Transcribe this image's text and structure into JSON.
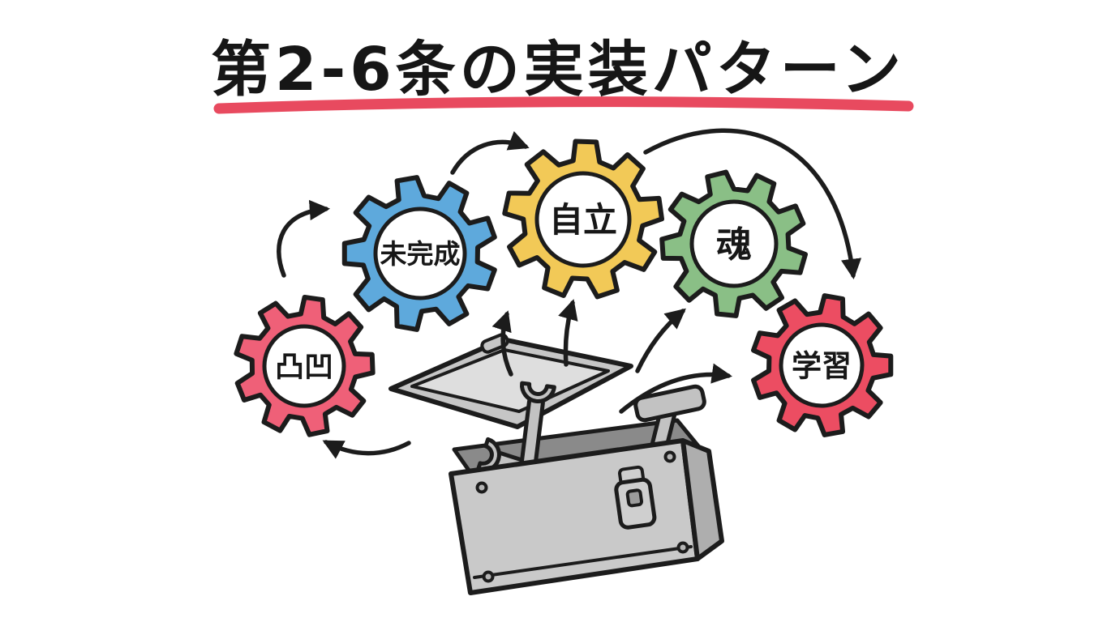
{
  "title": {
    "text": "第2-6条の実装パターン",
    "underline_color": "#e84a5f"
  },
  "canvas": {
    "background": "#ffffff",
    "outline_color": "#1c1c1c"
  },
  "gears": [
    {
      "id": "dekoboko",
      "label": "凸凹",
      "color": "#ef6078"
    },
    {
      "id": "mikansei",
      "label": "未完成",
      "color": "#5ea9dc"
    },
    {
      "id": "jiritsu",
      "label": "自立",
      "color": "#f2c957"
    },
    {
      "id": "tamashii",
      "label": "魂",
      "color": "#8abf86"
    },
    {
      "id": "gakushu",
      "label": "学習",
      "color": "#ec4d62"
    }
  ],
  "toolbox": {
    "lid_color": "#c6c6c6",
    "lid_inner_color": "#dedede",
    "interior_color": "#8a8a8a",
    "front_color": "#c9c9c9",
    "side_color": "#aeaeae",
    "tool_color": "#c2c2c2",
    "latch_color": "#cfcfcf"
  }
}
